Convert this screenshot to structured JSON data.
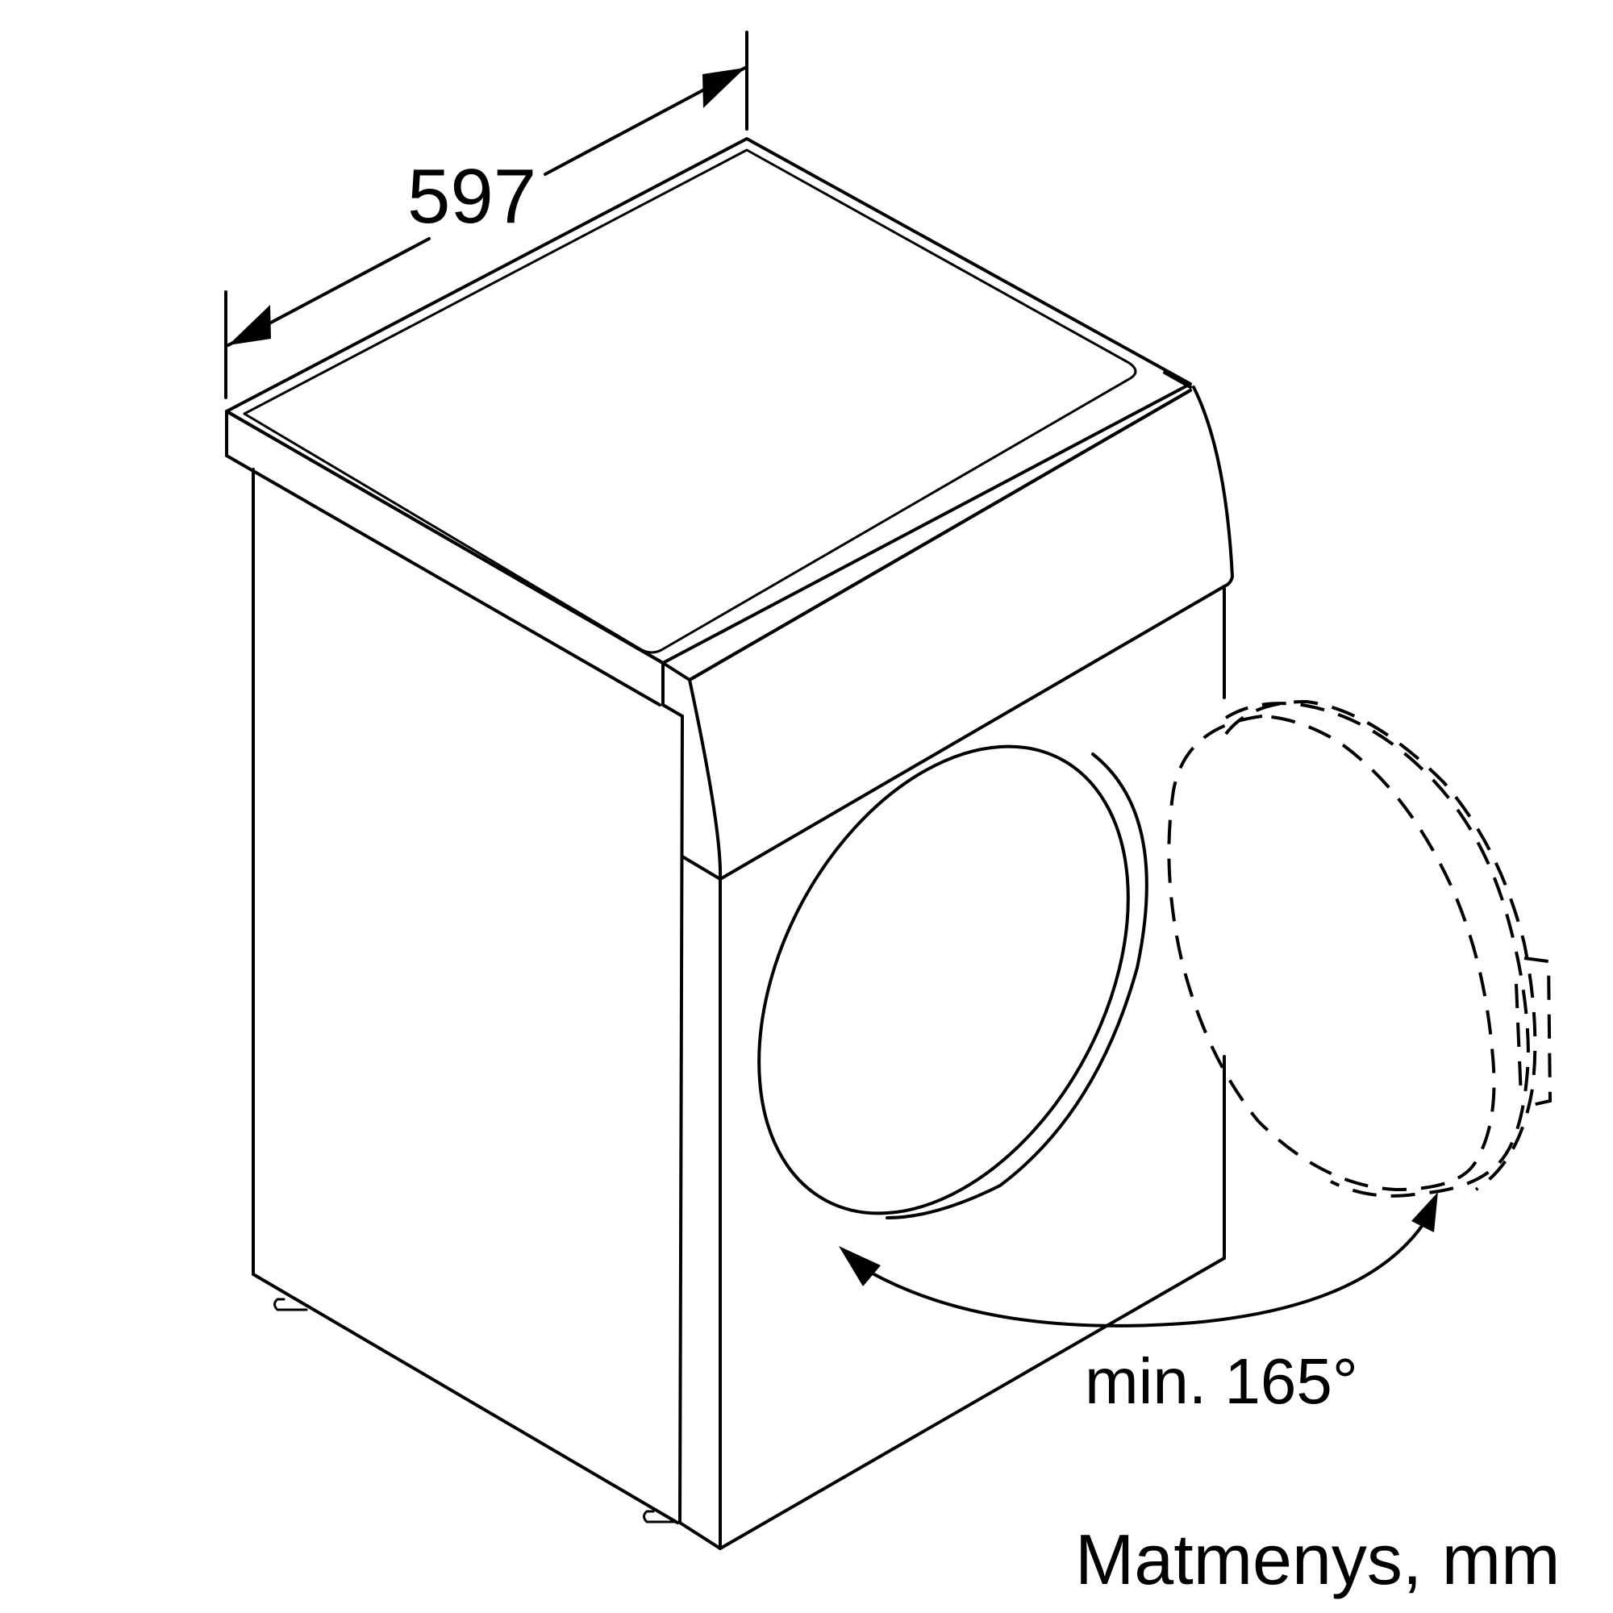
{
  "dimensions": {
    "width_label": "597",
    "door_angle_label": "min. 165°",
    "units_caption": "Matmenys, mm"
  },
  "colors": {
    "stroke": "#000000",
    "background": "#ffffff"
  }
}
